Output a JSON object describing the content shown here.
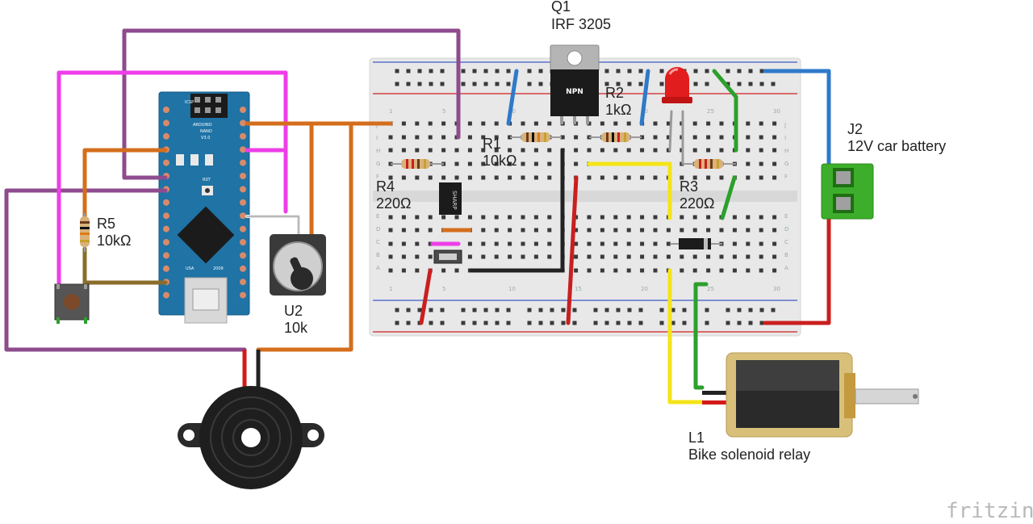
{
  "components": {
    "q1": {
      "ref": "Q1",
      "value": "IRF 3205",
      "chip_label": "NPN"
    },
    "r1": {
      "ref": "R1",
      "value": "10kΩ"
    },
    "r2": {
      "ref": "R2",
      "value": "1kΩ"
    },
    "r3": {
      "ref": "R3",
      "value": "220Ω"
    },
    "r4": {
      "ref": "R4",
      "value": "220Ω"
    },
    "r5": {
      "ref": "R5",
      "value": "10kΩ"
    },
    "u2": {
      "ref": "U2",
      "value": "10k"
    },
    "j2": {
      "ref": "J2",
      "value": "12V car battery"
    },
    "l1": {
      "ref": "L1",
      "value": "Bike solenoid relay"
    }
  },
  "arduino": {
    "line1": "ARDUINO",
    "line2": "NANO",
    "line3": "V3.0",
    "usa": "USA",
    "year": "2009",
    "rst": "RST",
    "icsp": "ICSP"
  },
  "breadboard": {
    "col_numbers": [
      "1",
      "5",
      "10",
      "15",
      "20",
      "25",
      "30"
    ],
    "row_letters": [
      "J",
      "I",
      "H",
      "G",
      "F",
      "E",
      "D",
      "C",
      "B",
      "A"
    ]
  },
  "optocoupler": {
    "label": "SHARP"
  },
  "brand": "fritzing",
  "colors": {
    "purple": "#8e4b8e",
    "magenta": "#ee3ee8",
    "orange": "#d46e1c",
    "blue": "#2f79c9",
    "green": "#2ca02c",
    "yellow": "#f4e418",
    "red": "#c91f1f",
    "black": "#222222",
    "olive": "#8a6d2a",
    "nano_board": "#1f73a5",
    "breadboard": "#e9e9e9",
    "terminal": "#3dae2b",
    "solenoid_frame": "#d8c07a"
  }
}
